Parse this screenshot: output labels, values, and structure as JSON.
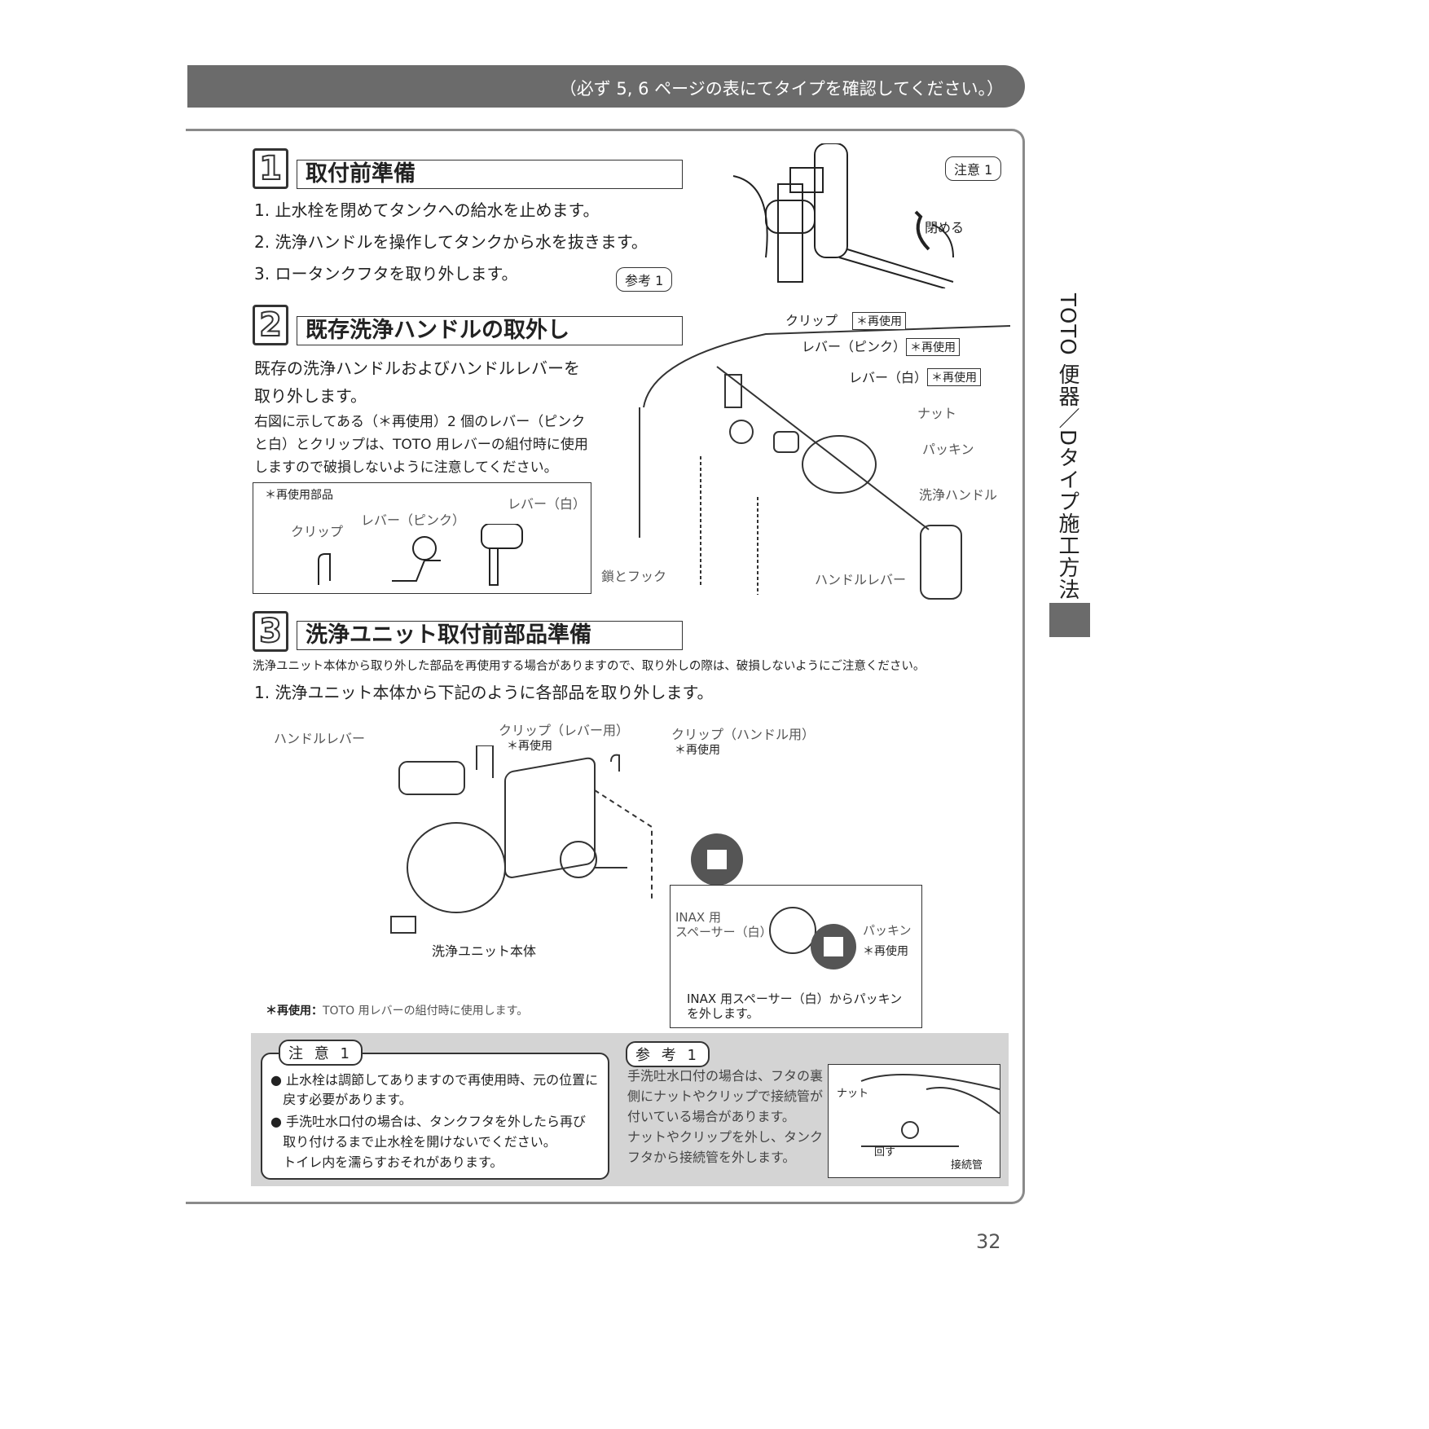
{
  "header": "（必ず 5, 6 ページの表にてタイプを確認してください。）",
  "side_title": "TOTO 便器／Dタイプ施工方法",
  "page_number": "32",
  "section1": {
    "num": "1",
    "title": "取付前準備",
    "steps": [
      "1. 止水栓を閉めてタンクへの給水を止めます。",
      "2. 洗浄ハンドルを操作してタンクから水を抜きます。",
      "3. ロータンクフタを取り外します。"
    ],
    "ref_tag": "参考 1",
    "caution_tag": "注意 1",
    "close_label": "閉める"
  },
  "section2": {
    "num": "2",
    "title": "既存洗浄ハンドルの取外し",
    "lead": [
      "既存の洗浄ハンドルおよびハンドルレバーを",
      "取り外します。"
    ],
    "body": [
      "右図に示してある（＊再使用）2 個のレバー（ピンク",
      "と白）とクリップは、TOTO 用レバーの組付時に使用",
      "しますので破損しないように注意してください。"
    ],
    "reuse_box": {
      "title": "＊再使用部品",
      "clip": "クリップ",
      "lever_pink": "レバー（ピンク）",
      "lever_white": "レバー（白）"
    },
    "diagram": {
      "clip": "クリップ",
      "lever_pink": "レバー（ピンク）",
      "lever_white": "レバー（白）",
      "reuse": "＊再使用",
      "nut": "ナット",
      "packing": "パッキン",
      "handle": "洗浄ハンドル",
      "chain": "鎖とフック",
      "handle_lever": "ハンドルレバー"
    }
  },
  "section3": {
    "num": "3",
    "title": "洗浄ユニット取付前部品準備",
    "note": "洗浄ユニット本体から取り外した部品を再使用する場合がありますので、取り外しの際は、破損しないようにご注意ください。",
    "step": "1. 洗浄ユニット本体から下記のように各部品を取り外します。",
    "diagram": {
      "handle_lever": "ハンドルレバー",
      "clip_lever": "クリップ（レバー用）",
      "clip_handle": "クリップ（ハンドル用）",
      "reuse": "＊再使用",
      "unit": "洗浄ユニット本体",
      "spacer": [
        "INAX 用",
        "スペーサー（白）"
      ],
      "packing": "パッキン",
      "inset_text": [
        "INAX 用スペーサー（白）からパッキン",
        "を外します。"
      ]
    },
    "footnote_bold": "＊再使用：",
    "footnote": "TOTO 用レバーの組付時に使用します。"
  },
  "caution1": {
    "tag": "注 意 1",
    "items": [
      [
        "止水栓は調節してありますので再使用時、元の位置に",
        "戻す必要があります。"
      ],
      [
        "手洗吐水口付の場合は、タンクフタを外したら再び",
        "取り付けるまで止水栓を開けないでください。",
        "トイレ内を濡らすおそれがあります。"
      ]
    ]
  },
  "reference1": {
    "tag": "参 考 1",
    "lines": [
      "手洗吐水口付の場合は、フタの裏",
      "側にナットやクリップで接続管が",
      "付いている場合があります。",
      "ナットやクリップを外し、タンク",
      "フタから接続管を外します。"
    ],
    "nut": "ナット",
    "turn": "回す",
    "pipe": "接続管"
  }
}
